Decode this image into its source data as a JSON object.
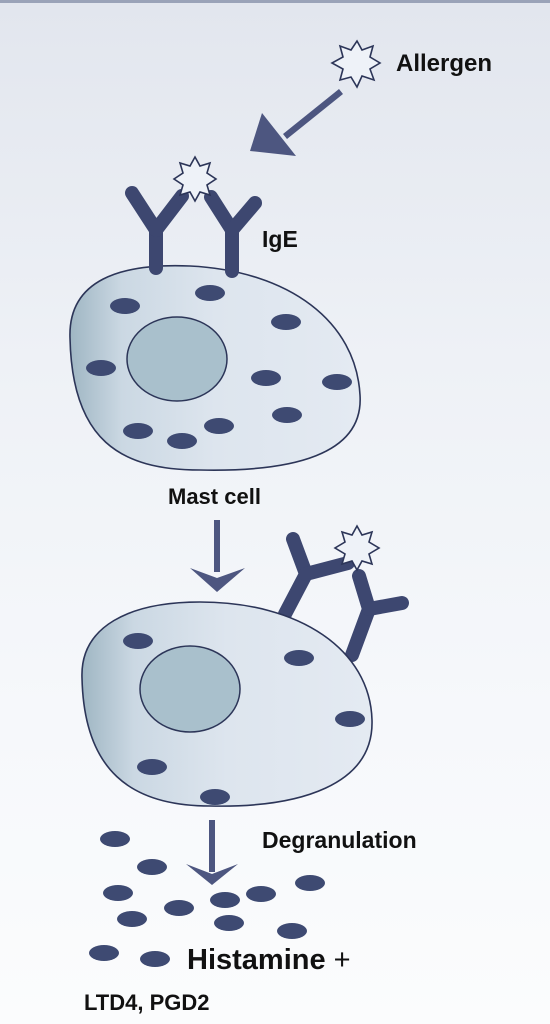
{
  "labels": {
    "allergen": "Allergen",
    "ige": "IgE",
    "mast_cell": "Mast cell",
    "degranulation": "Degranulation",
    "histamine": "Histamine",
    "plus": "+",
    "ltd4_pgd2": "LTD4, PGD2"
  },
  "colors": {
    "granule": "#3e4a72",
    "antibody": "#3d4770",
    "cell_fill": "#dce4ee",
    "cell_edge": "#9fb1c1",
    "nucleus": "#a9c0cc",
    "outline": "#2c3558",
    "arrow": "#4d5680",
    "allergen_fill": "#eef2f8"
  }
}
